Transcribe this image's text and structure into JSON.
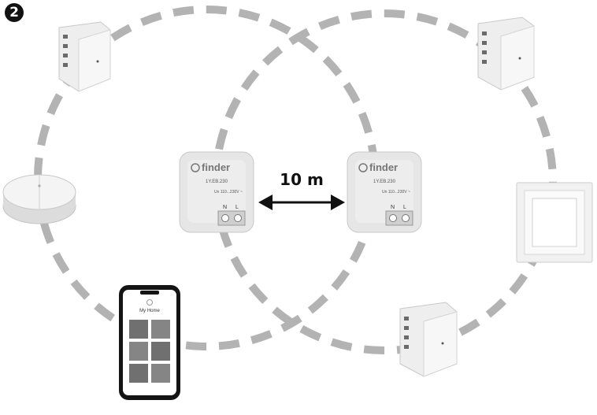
{
  "figure": {
    "step_number": "2",
    "distance_label": "10 m"
  },
  "devices": {
    "repeater_left": {
      "brand": "finder",
      "model": "1Y.EB.230",
      "voltage": "Un 110...230V ~",
      "terminals": [
        "N",
        "L"
      ]
    },
    "repeater_right": {
      "brand": "finder",
      "model": "1Y.EB.230",
      "voltage": "Un 110...230V ~",
      "terminals": [
        "N",
        "L"
      ]
    },
    "phone_app": {
      "title": "My Home",
      "tiles": [
        "",
        "",
        "",
        "",
        "",
        ""
      ]
    }
  },
  "colors": {
    "dash": "#b3b3b3",
    "device_body": "#eeeeee",
    "device_edge": "#c8c8c8",
    "text_dark": "#111111"
  }
}
